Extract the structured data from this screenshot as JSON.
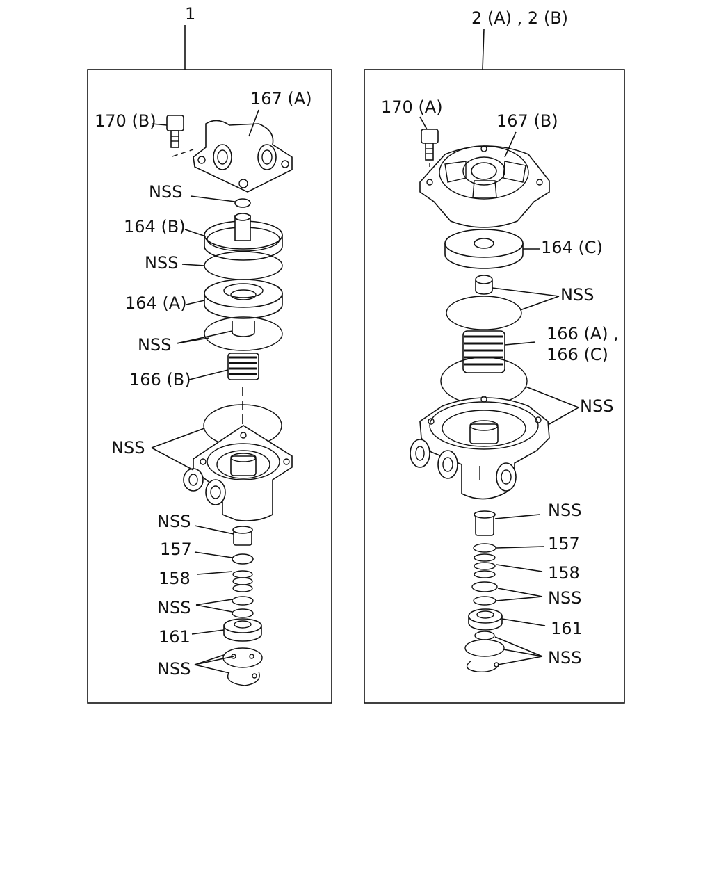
{
  "assemblies": [
    {
      "id": "assembly-1",
      "ref": "1",
      "labels": {
        "bolt": "170 (B)",
        "cover": "167 (A)",
        "nss_oring": "NSS",
        "piston_upper": "164 (B)",
        "nss_seal_upper": "NSS",
        "piston_lower": "164 (A)",
        "nss_diaphragm": "NSS",
        "spring": "166 (B)",
        "nss_body": "NSS",
        "nss_sleeve": "NSS",
        "part_157": "157",
        "part_158": "158",
        "nss_rings": "NSS",
        "part_161": "161",
        "nss_retainer": "NSS"
      }
    },
    {
      "id": "assembly-2",
      "ref": "2 (A) , 2 (B)",
      "labels": {
        "bolt": "170 (A)",
        "cover": "167 (B)",
        "piston": "164 (C)",
        "nss_diaphragm": "NSS",
        "spring_a": "166 (A) ,",
        "spring_c": "166 (C)",
        "nss_body": "NSS",
        "nss_sleeve": "NSS",
        "part_157": "157",
        "part_158": "158",
        "nss_rings": "NSS",
        "part_161": "161",
        "nss_retainer": "NSS"
      }
    }
  ]
}
